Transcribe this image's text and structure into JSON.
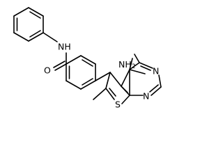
{
  "molecule": {
    "atoms": {
      "amide_nh": "NH",
      "carbonyl_o": "O",
      "amino_group": "NH2",
      "ring_n_upper": "N",
      "ring_n_lower": "N",
      "thiophene_s": "S"
    }
  },
  "colors": {
    "bond": "#000000",
    "label": "#000000",
    "background": "#ffffff"
  }
}
